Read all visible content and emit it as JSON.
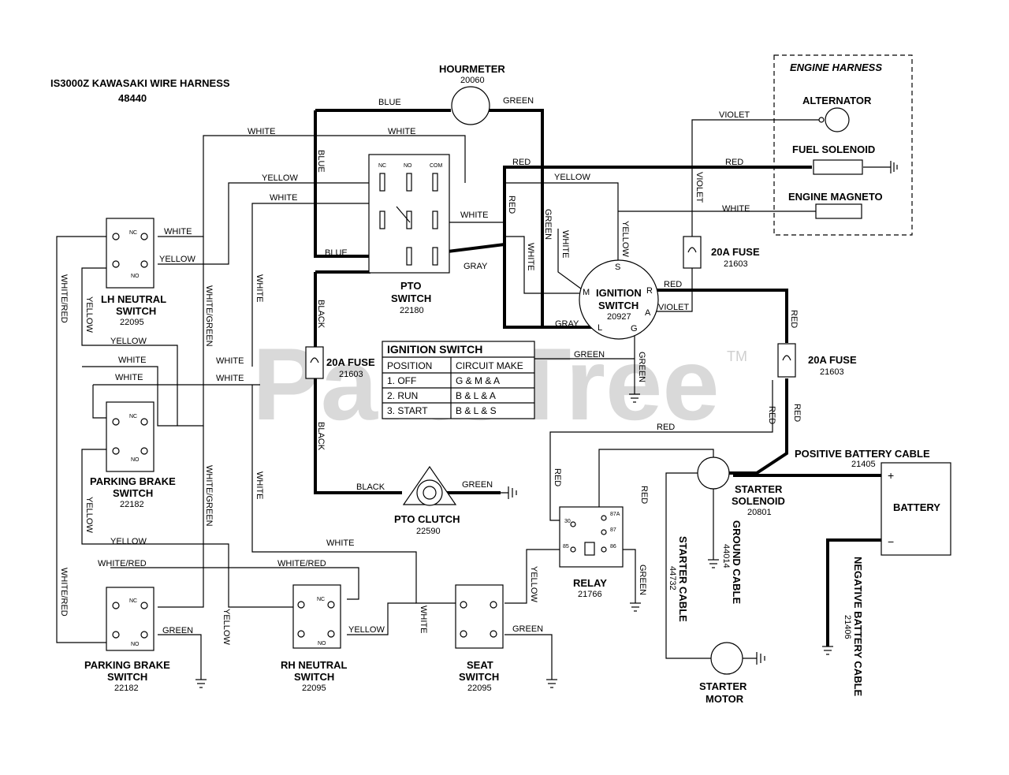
{
  "title": {
    "line1": "IS3000Z KAWASAKI WIRE HARNESS",
    "line2": "48440"
  },
  "watermark": {
    "text": "PartsTree",
    "tm": "TM"
  },
  "engine_harness": {
    "label": "ENGINE HARNESS",
    "alternator": "ALTERNATOR",
    "fuel_solenoid": "FUEL SOLENOID",
    "engine_magneto": "ENGINE MAGNETO"
  },
  "components": {
    "hourmeter": {
      "name": "HOURMETER",
      "num": "20060"
    },
    "pto_switch": {
      "name1": "PTO",
      "name2": "SWITCH",
      "num": "22180",
      "pins": [
        "NC",
        "NO",
        "COM"
      ]
    },
    "ignition_switch": {
      "name1": "IGNITION",
      "name2": "SWITCH",
      "num": "20927",
      "pins": [
        "M",
        "S",
        "R",
        "A",
        "G",
        "L"
      ]
    },
    "lh_neutral": {
      "name1": "LH NEUTRAL",
      "name2": "SWITCH",
      "num": "22095"
    },
    "parking_brake_upper": {
      "name1": "PARKING BRAKE",
      "name2": "SWITCH",
      "num": "22182"
    },
    "parking_brake_lower": {
      "name1": "PARKING BRAKE",
      "name2": "SWITCH",
      "num": "22182"
    },
    "rh_neutral": {
      "name1": "RH NEUTRAL",
      "name2": "SWITCH",
      "num": "22095"
    },
    "seat_switch": {
      "name1": "SEAT",
      "name2": "SWITCH",
      "num": "22095"
    },
    "pto_clutch": {
      "name": "PTO CLUTCH",
      "num": "22590"
    },
    "relay": {
      "name": "RELAY",
      "num": "21766",
      "pins": [
        "30",
        "87A",
        "87",
        "85",
        "86"
      ]
    },
    "starter_solenoid": {
      "name1": "STARTER",
      "name2": "SOLENOID",
      "num": "20801"
    },
    "starter_motor": {
      "name1": "STARTER",
      "name2": "MOTOR"
    },
    "battery": {
      "name": "BATTERY",
      "plus": "+",
      "minus": "−"
    },
    "fuse_a": {
      "name": "20A FUSE",
      "num": "21603"
    },
    "fuse_b": {
      "name": "20A FUSE",
      "num": "21603"
    },
    "fuse_c": {
      "name": "20A FUSE",
      "num": "21603"
    },
    "positive_cable": {
      "name": "POSITIVE BATTERY CABLE",
      "num": "21405"
    },
    "negative_cable": {
      "name": "NEGATIVE BATTERY CABLE",
      "num": "21406"
    },
    "ground_cable": {
      "name": "GROUND CABLE",
      "num": "44014"
    },
    "starter_cable": {
      "name": "STARTER CABLE",
      "num": "44732"
    }
  },
  "switch_labels": {
    "nc": "NC",
    "no": "NO"
  },
  "ignition_table": {
    "title": "IGNITION SWITCH",
    "headers": [
      "POSITION",
      "CIRCUIT MAKE"
    ],
    "rows": [
      [
        "1. OFF",
        "G & M & A"
      ],
      [
        "2. RUN",
        "B & L & A"
      ],
      [
        "3. START",
        "B & L & S"
      ]
    ]
  },
  "wire_colors": {
    "blue": "BLUE",
    "green": "GREEN",
    "white": "WHITE",
    "yellow": "YELLOW",
    "red": "RED",
    "gray": "GRAY",
    "black": "BLACK",
    "violet": "VIOLET",
    "white_red": "WHITE/RED",
    "white_green": "WHITE/GREEN"
  }
}
